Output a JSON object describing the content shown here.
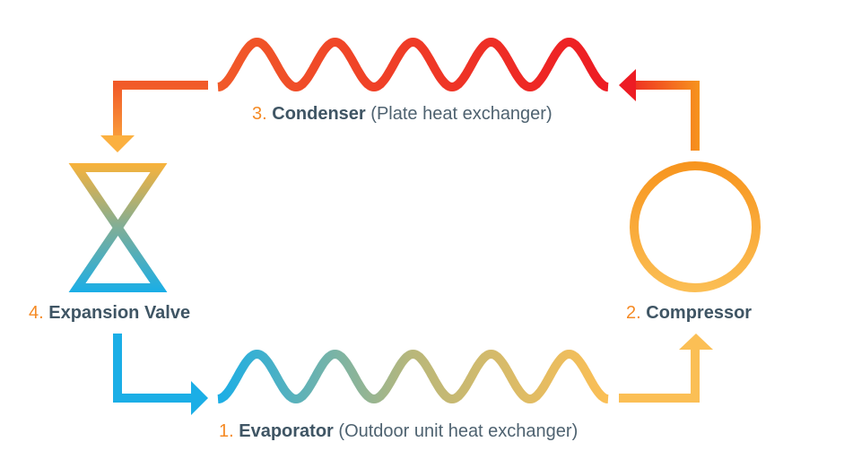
{
  "colors": {
    "number": "#f58a24",
    "text": "#3f5564",
    "hot": "#ed1c24",
    "warm": "#f15a29",
    "orange": "#f7941d",
    "light_orange": "#fbbf55",
    "cold": "#1baee6"
  },
  "steps": {
    "evaporator": {
      "number": "1.",
      "name": "Evaporator",
      "detail": "(Outdoor unit heat exchanger)"
    },
    "compressor": {
      "number": "2.",
      "name": "Compressor"
    },
    "condenser": {
      "number": "3.",
      "name": "Condenser",
      "detail": "(Plate heat exchanger)"
    },
    "expansion_valve": {
      "number": "4.",
      "name": "Expansion Valve"
    }
  }
}
